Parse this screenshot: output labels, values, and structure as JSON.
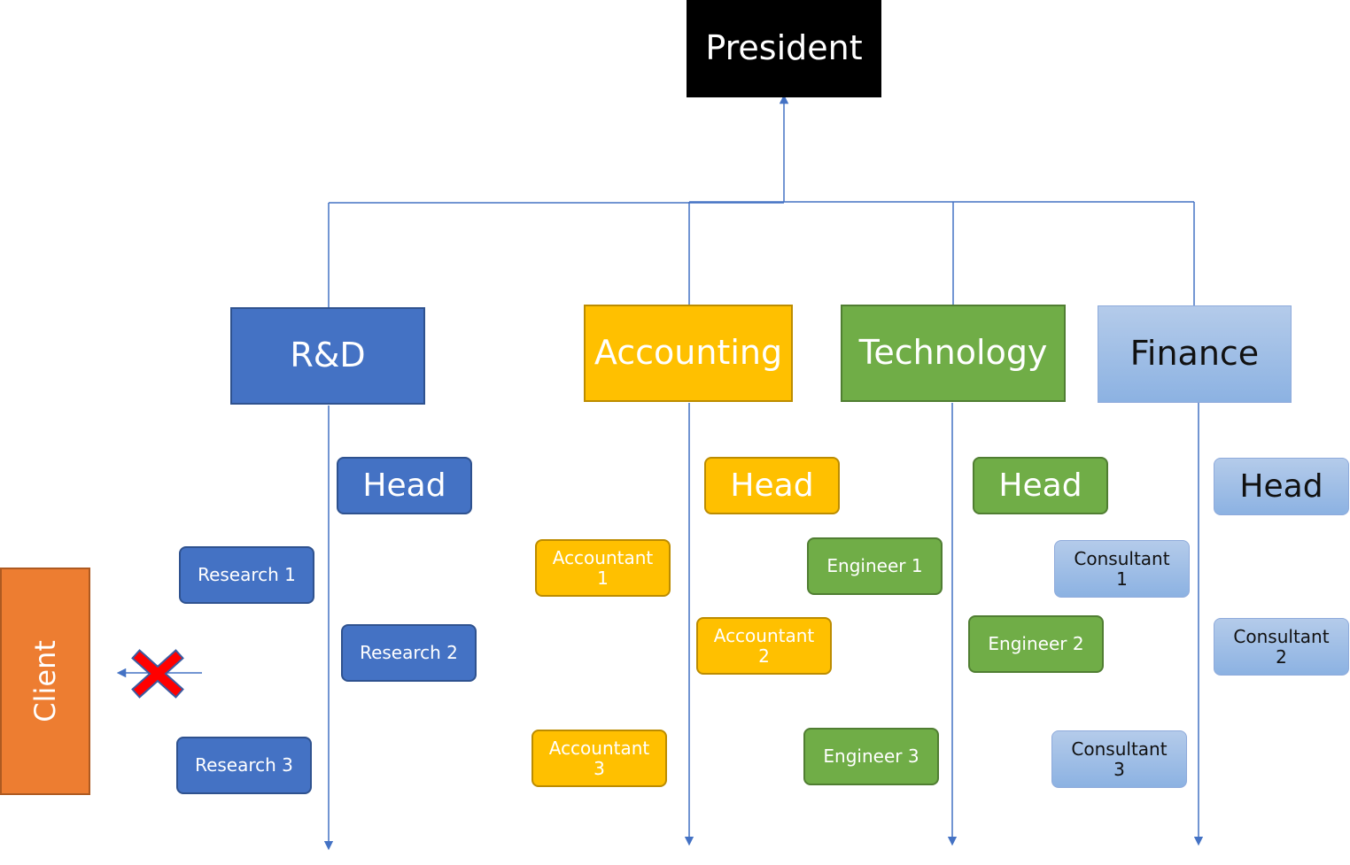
{
  "president": "President",
  "departments": {
    "rd": "R&D",
    "accounting": "Accounting",
    "technology": "Technology",
    "finance": "Finance"
  },
  "heads": {
    "rd": "Head",
    "accounting": "Head",
    "technology": "Head",
    "finance": "Head"
  },
  "staff": {
    "research1": "Research 1",
    "research2": "Research 2",
    "research3": "Research 3",
    "accountant1": "Accountant\n1",
    "accountant2": "Accountant\n2",
    "accountant3": "Accountant\n3",
    "engineer1": "Engineer 1",
    "engineer2": "Engineer 2",
    "engineer3": "Engineer 3",
    "consultant1": "Consultant\n1",
    "consultant2": "Consultant\n2",
    "consultant3": "Consultant\n3"
  },
  "client": "Client",
  "colors": {
    "rd": "#4472c4",
    "accounting": "#ffc000",
    "technology": "#70ad47",
    "finance": "#9dc3e6",
    "client": "#ed7d31",
    "connector": "#4472c4",
    "blocked": "#ff0000"
  }
}
